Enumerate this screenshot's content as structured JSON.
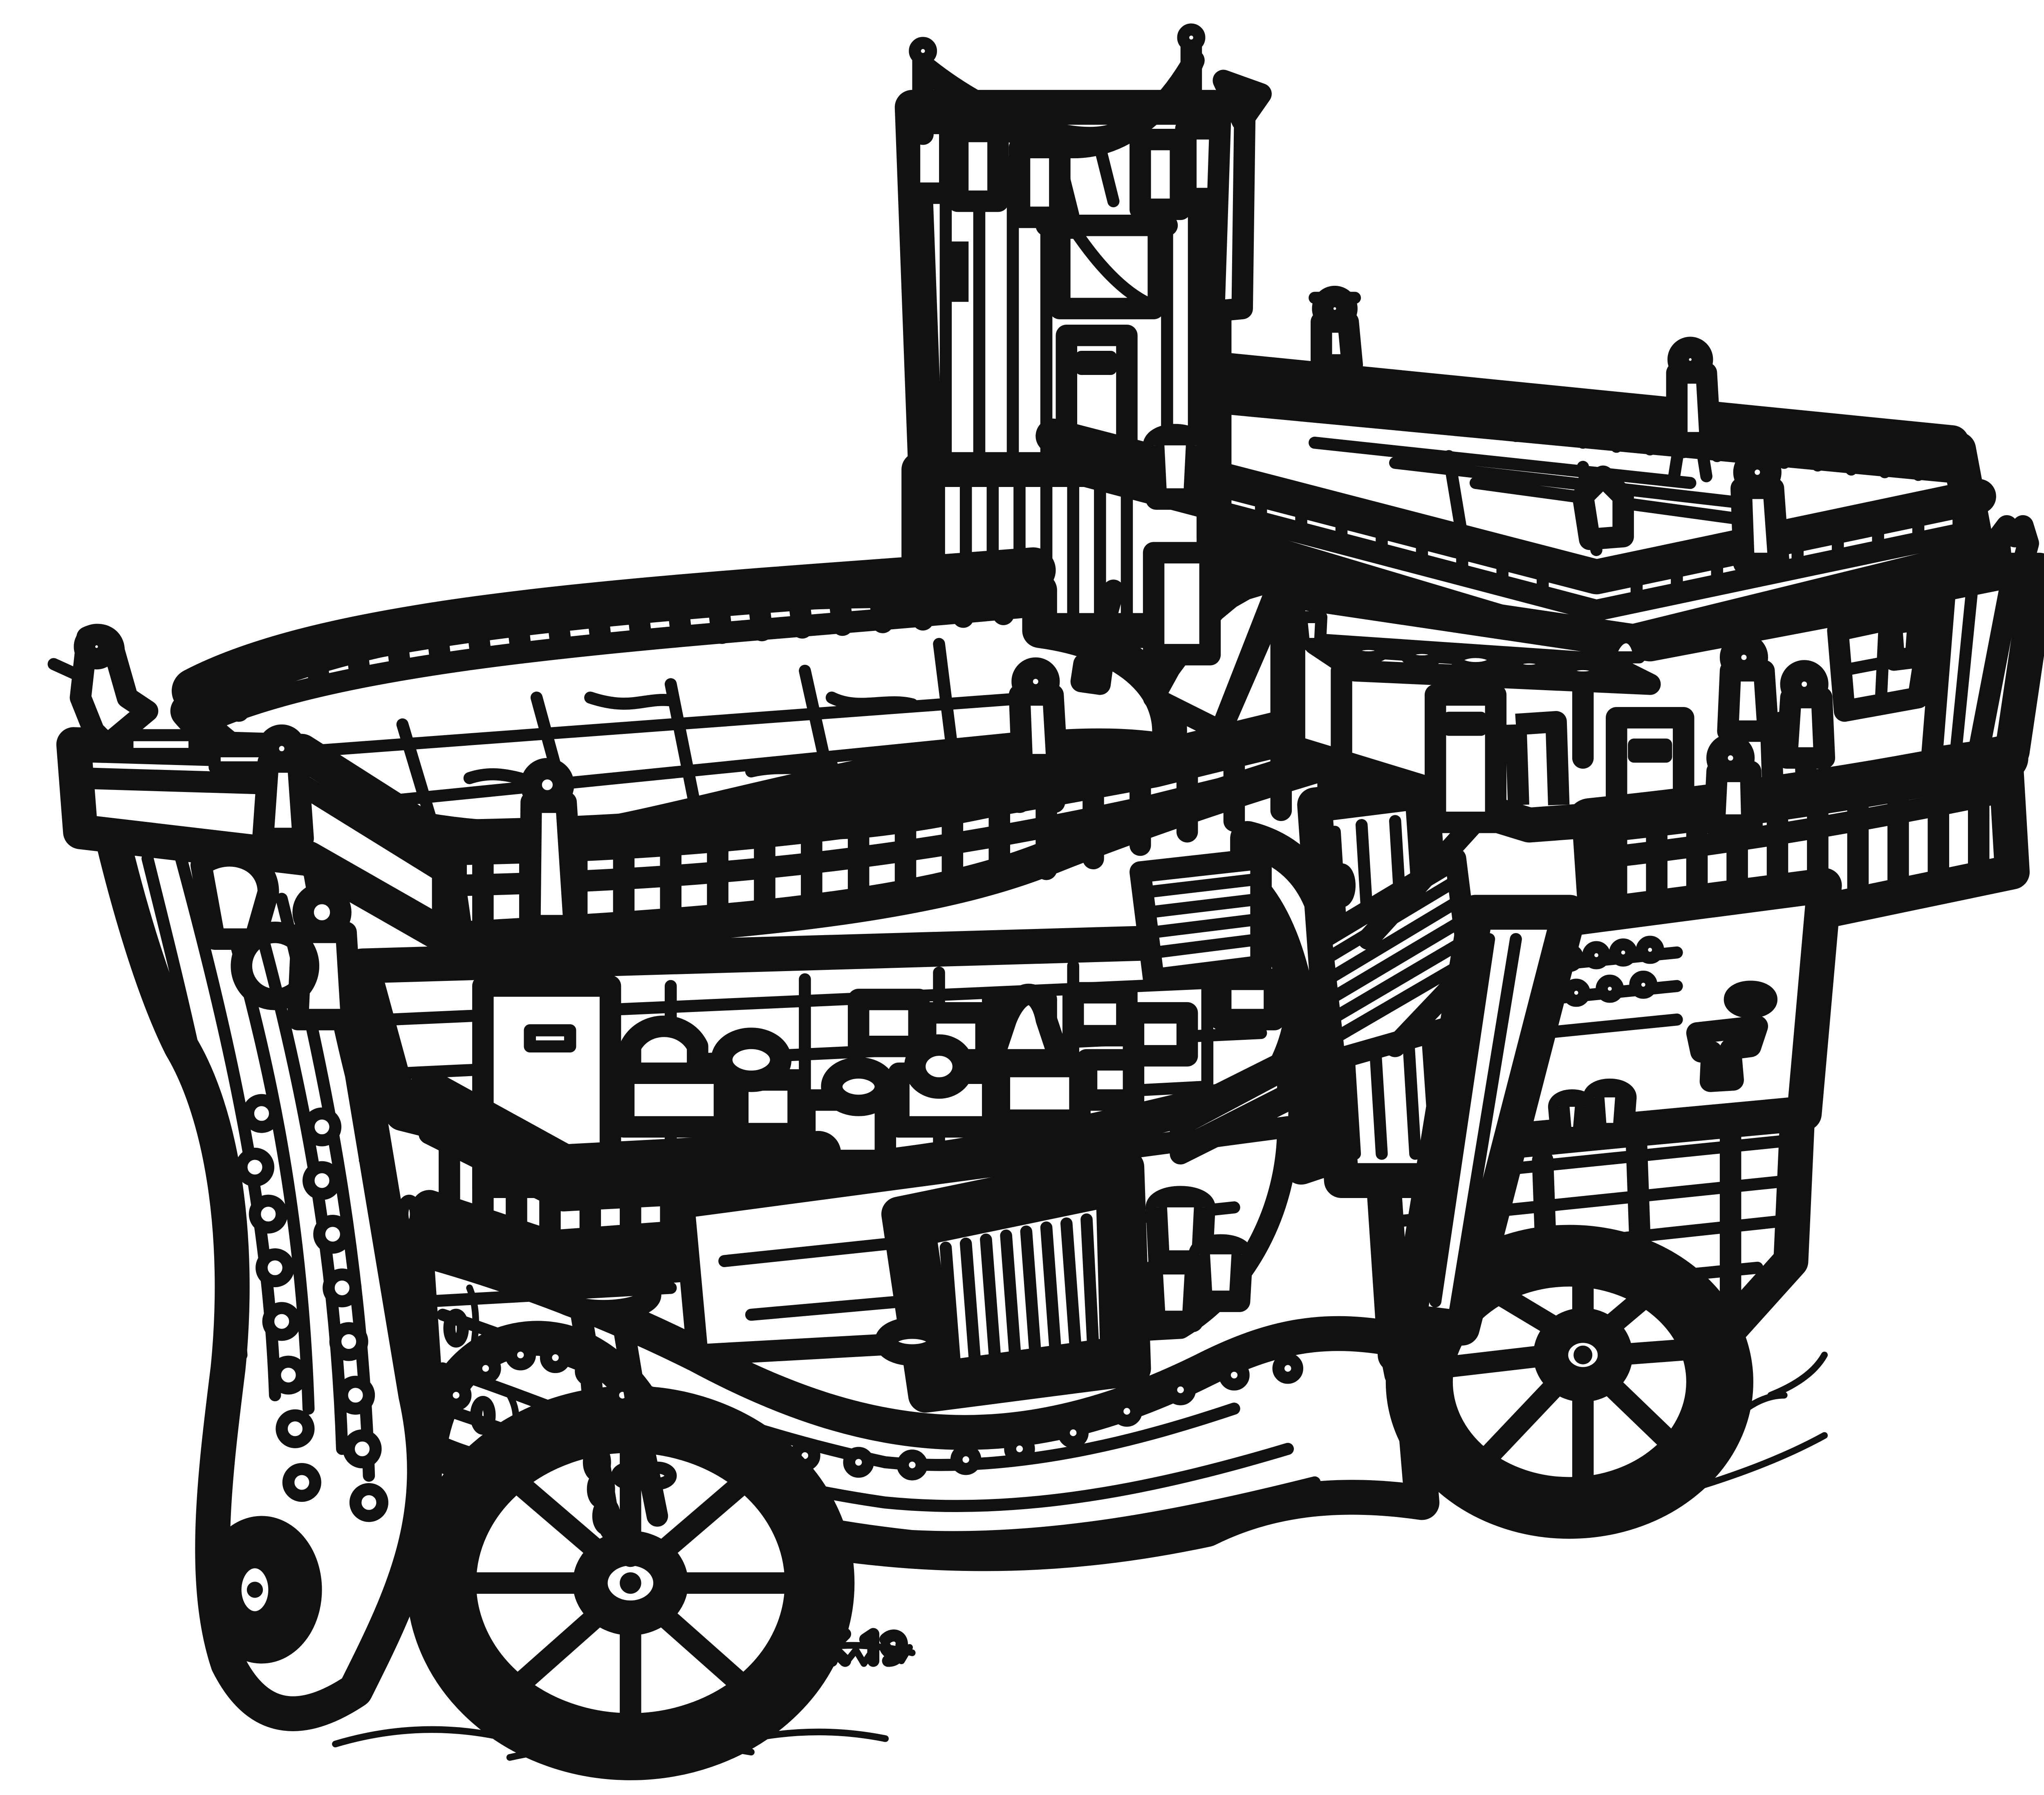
{
  "image": {
    "style": "black ink line illustration on white",
    "colors": {
      "ink": "#111111",
      "paper": "#ffffff"
    }
  },
  "signature": {
    "text": "Yk 19",
    "kind": "handwritten artist signature"
  }
}
